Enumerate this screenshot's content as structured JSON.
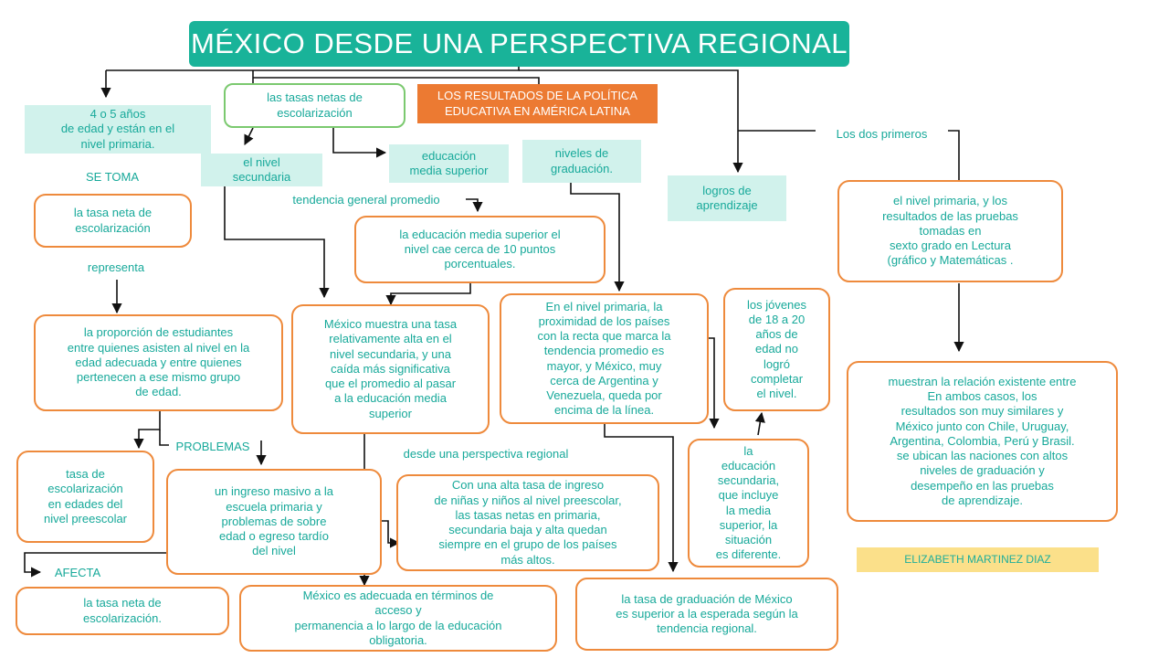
{
  "title": "MÉXICO DESDE UNA PERSPECTIVA REGIONAL",
  "nodes": {
    "edad_4_5": "4 o 5 años\nde edad y están en el\nnivel primaria.",
    "tasas_netas": "las tasas netas de\nescolarización",
    "resultados": "LOS RESULTADOS DE LA POLÍTICA\nEDUCATIVA  EN AMÉRICA LATINA",
    "dos_primeros": "Los dos primeros",
    "se_toma": "SE TOMA",
    "nivel_secundaria": "el nivel\nsecundaria",
    "educacion_media_superior": "educación\nmedia superior",
    "niveles_graduacion": "niveles de\ngraduación.",
    "logros_aprendizaje": "logros de\naprendizaje",
    "tasa_neta_1": "la tasa neta de\nescolarización",
    "tendencia_general": "tendencia general promedio",
    "nivel_primaria_resultados": "el nivel primaria, y los\nresultados de las pruebas\ntomadas en\nsexto grado en Lectura\n(gráfico y Matemáticas .",
    "media_superior_cae": "la educación media superior el\nnivel cae cerca de 10 puntos\nporcentuales.",
    "representa": "representa",
    "jovenes": "los jóvenes\nde 18 a 20\naños de\nedad no\nlogró\ncompletar\nel nivel.",
    "mexico_tasa_alta": "México muestra una tasa\nrelativamente alta en el\nnivel secundaria, y una\ncaída más significativa\nque el promedio al pasar\na la educación media\nsuperior",
    "nivel_primaria_proximidad": "En el nivel primaria, la\nproximidad de los países\ncon la recta que marca la\ntendencia promedio es\nmayor, y México, muy\ncerca de Argentina y\nVenezuela, queda por\nencima de la línea.",
    "proporcion_estudiantes": "la proporción de estudiantes\nentre quienes asisten al nivel en la\nedad adecuada y entre quienes\npertenecen a ese mismo grupo\nde edad.",
    "muestran_relacion": "muestran la relación existente entre\nEn ambos casos, los\nresultados son muy similares y\nMéxico junto con Chile, Uruguay,\nArgentina, Colombia, Perú y Brasil.\nse ubican las naciones con altos\nniveles de graduación y\ndesempeño en las pruebas\nde aprendizaje.",
    "problemas": "PROBLEMAS",
    "perspectiva_regional": "desde una perspectiva regional",
    "tasa_preescolar": "tasa de\nescolarización\nen edades del\nnivel preescolar",
    "ingreso_masivo": "un ingreso masivo a la\nescuela primaria y\nproblemas de sobre\nedad o egreso tardío\ndel nivel",
    "alta_tasa_ingreso": "Con una alta tasa de ingreso\nde niñas y niños al nivel preescolar,\nlas tasas netas en primaria,\nsecundaria baja y alta quedan\nsiempre en el grupo de los países\nmás altos.",
    "educacion_secundaria": "la\neducación\nsecundaria,\nque incluye\nla media\nsuperior, la\nsituación\nes diferente.",
    "afecta": "AFECTA",
    "tasa_neta_2": "la tasa neta de\nescolarización.",
    "mexico_adecuada": "México es adecuada en términos de\nacceso y\npermanencia a lo largo de la educación\nobligatoria.",
    "tasa_graduacion": "la tasa de graduación de México\nes superior a la esperada según la\ntendencia regional."
  },
  "author": "ELIZABETH MARTINEZ DIAZ"
}
